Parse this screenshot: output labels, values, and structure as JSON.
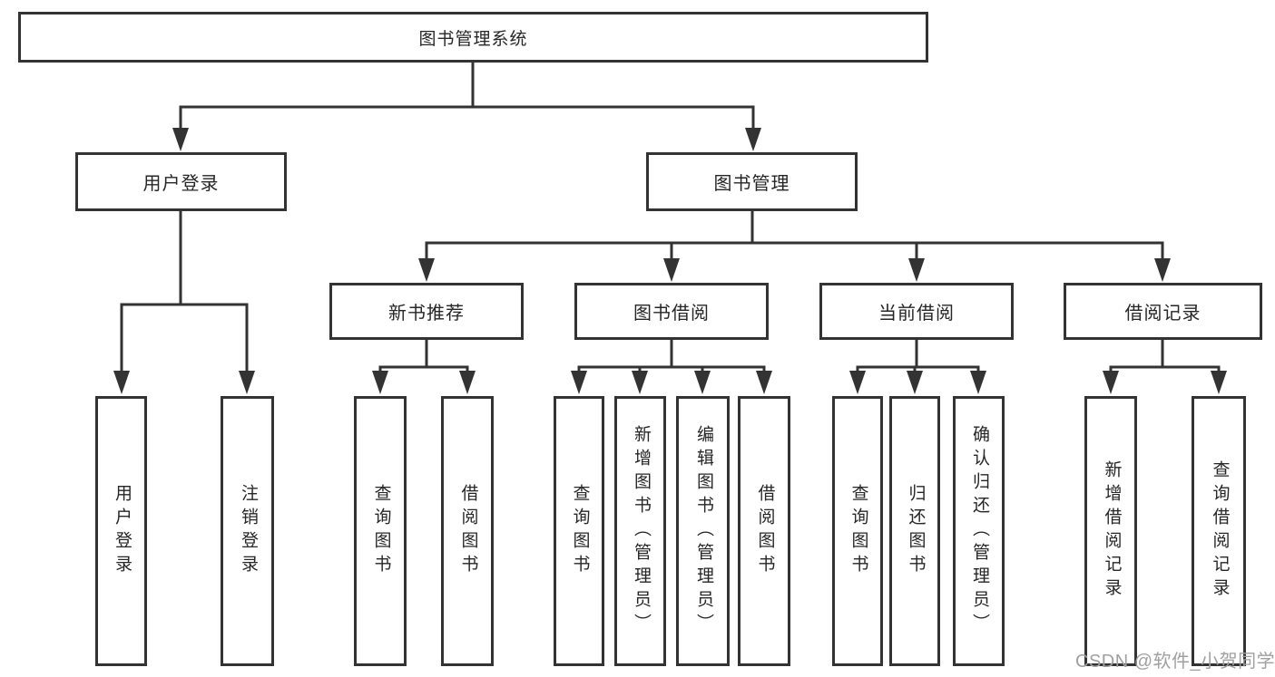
{
  "tree": {
    "root": "图书管理系统",
    "level1": {
      "login": "用户登录",
      "management": "图书管理"
    },
    "level2": [
      "新书推荐",
      "图书借阅",
      "当前借阅",
      "借阅记录"
    ],
    "login_children": [
      "用户登录",
      "注销登录"
    ],
    "recommend_children": [
      "查询图书",
      "借阅图书"
    ],
    "borrow_children": [
      "查询图书",
      "新增图书（管理员）",
      "编辑图书（管理员）",
      "借阅图书"
    ],
    "current_children": [
      "查询图书",
      "归还图书",
      "确认归还（管理员）"
    ],
    "record_children": [
      "新增借阅记录",
      "查询借阅记录"
    ]
  },
  "watermark": {
    "text": "CSDN @软件_小贺同学"
  },
  "colors": {
    "line": "#333333",
    "text": "#262626",
    "background": "#ffffff",
    "watermark": "#a0a0a0"
  }
}
